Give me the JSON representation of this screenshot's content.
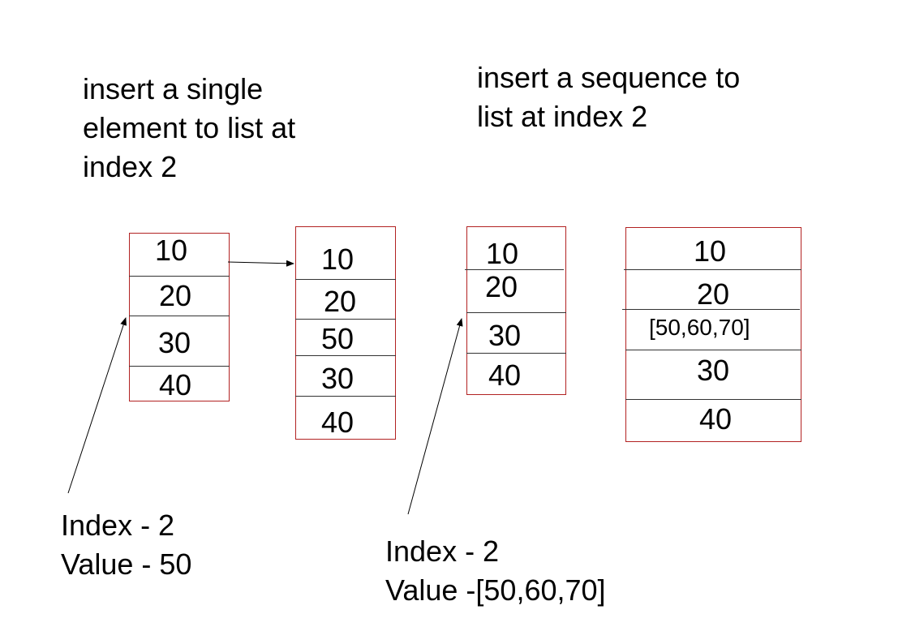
{
  "headings": {
    "single": "insert a single\nelement to list at\nindex 2",
    "sequence": "insert a sequence to\nlist at index 2"
  },
  "lists": {
    "original_single": [
      "10",
      "20",
      "30",
      "40"
    ],
    "result_single": [
      "10",
      "20",
      "50",
      "30",
      "40"
    ],
    "original_sequence": [
      "10",
      "20",
      "30",
      "40"
    ],
    "result_sequence": [
      "10",
      "20",
      "[50,60,70]",
      "30",
      "40"
    ]
  },
  "notes": {
    "single": "Index - 2\nValue - 50",
    "sequence": "Index - 2\nValue -[50,60,70]"
  },
  "colors": {
    "box_border": "#b22222",
    "divider": "#333333",
    "arrow": "#000000"
  }
}
